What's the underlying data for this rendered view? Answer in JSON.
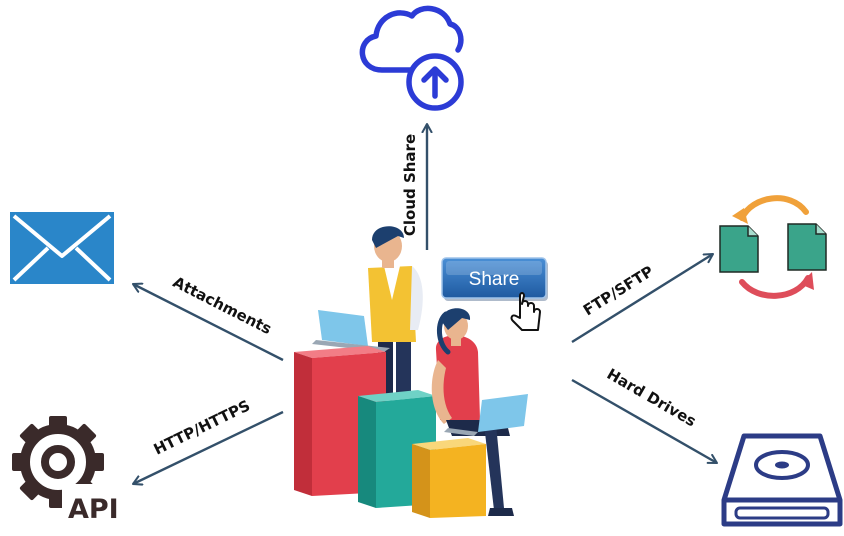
{
  "center": {
    "share_button_label": "Share"
  },
  "channels": {
    "cloud": {
      "label": "Cloud Share",
      "icon": "cloud-upload-icon"
    },
    "email": {
      "label": "Attachments",
      "icon": "envelope-icon"
    },
    "api": {
      "label": "HTTP/HTTPS",
      "icon": "api-gear-icon",
      "icon_text": "API"
    },
    "ftp": {
      "label": "FTP/SFTP",
      "icon": "file-sync-icon"
    },
    "drive": {
      "label": "Hard Drives",
      "icon": "hard-drive-icon"
    }
  },
  "colors": {
    "arrow": "#33506a",
    "cloud": "#2c3bd6",
    "envelope": "#2a86c9",
    "gear": "#3a2a2a",
    "file": "#3aa48a",
    "sync_orange": "#f0a13a",
    "sync_red": "#de4d5a",
    "drive": "#2c3c86",
    "bar_red": "#e23f4c",
    "bar_teal": "#23a99a",
    "bar_yellow": "#f4b321",
    "share_button": "#2f6fb4"
  }
}
